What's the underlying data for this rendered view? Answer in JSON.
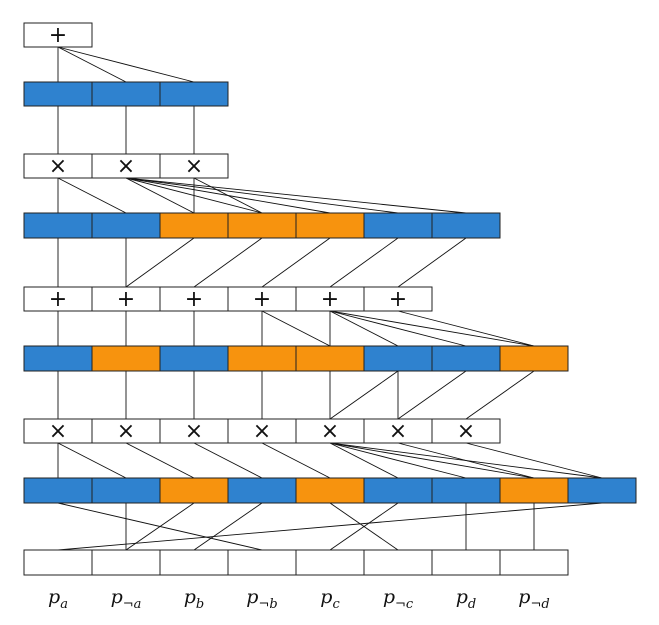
{
  "colors": {
    "blue": "#2f82cf",
    "orange": "#f7930e",
    "white": "#ffffff"
  },
  "rows": [
    {
      "kind": "op",
      "cells": [
        "+"
      ]
    },
    {
      "kind": "rep",
      "cells": [
        "blue",
        "blue",
        "blue"
      ]
    },
    {
      "kind": "op",
      "cells": [
        "×",
        "×",
        "×"
      ]
    },
    {
      "kind": "rep",
      "cells": [
        "blue",
        "blue",
        "orange",
        "orange",
        "orange",
        "blue",
        "blue"
      ]
    },
    {
      "kind": "op",
      "cells": [
        "+",
        "+",
        "+",
        "+",
        "+",
        "+"
      ]
    },
    {
      "kind": "rep",
      "cells": [
        "blue",
        "orange",
        "blue",
        "orange",
        "orange",
        "blue",
        "blue",
        "orange"
      ]
    },
    {
      "kind": "op",
      "cells": [
        "×",
        "×",
        "×",
        "×",
        "×",
        "×",
        "×"
      ]
    },
    {
      "kind": "rep",
      "cells": [
        "blue",
        "blue",
        "orange",
        "blue",
        "orange",
        "blue",
        "blue",
        "orange",
        "blue"
      ]
    },
    {
      "kind": "leaf",
      "cells": [
        "",
        "",
        "",
        "",
        "",
        "",
        "",
        ""
      ]
    }
  ],
  "leaf_labels": [
    {
      "base": "p",
      "sub": "a"
    },
    {
      "base": "p",
      "sub": "¬a"
    },
    {
      "base": "p",
      "sub": "b"
    },
    {
      "base": "p",
      "sub": "¬b"
    },
    {
      "base": "p",
      "sub": "c"
    },
    {
      "base": "p",
      "sub": "¬c"
    },
    {
      "base": "p",
      "sub": "d"
    },
    {
      "base": "p",
      "sub": "¬d"
    }
  ],
  "edges": [
    {
      "from": [
        0,
        0
      ],
      "to": [
        [
          1,
          0
        ],
        [
          1,
          1
        ],
        [
          1,
          2
        ]
      ]
    },
    {
      "from": [
        1,
        0
      ],
      "to": [
        [
          2,
          0
        ]
      ]
    },
    {
      "from": [
        1,
        1
      ],
      "to": [
        [
          2,
          1
        ]
      ]
    },
    {
      "from": [
        1,
        2
      ],
      "to": [
        [
          2,
          2
        ]
      ]
    },
    {
      "from": [
        2,
        0
      ],
      "to": [
        [
          3,
          0
        ],
        [
          3,
          1
        ]
      ]
    },
    {
      "from": [
        2,
        1
      ],
      "to": [
        [
          3,
          2
        ],
        [
          3,
          3
        ],
        [
          3,
          4
        ],
        [
          3,
          5
        ],
        [
          3,
          6
        ]
      ]
    },
    {
      "from": [
        2,
        2
      ],
      "to": [
        [
          3,
          2
        ],
        [
          3,
          3
        ]
      ]
    },
    {
      "from": [
        3,
        0
      ],
      "to": [
        [
          4,
          0
        ]
      ]
    },
    {
      "from": [
        3,
        1
      ],
      "to": [
        [
          4,
          1
        ]
      ]
    },
    {
      "from": [
        3,
        2
      ],
      "to": [
        [
          4,
          1
        ]
      ]
    },
    {
      "from": [
        3,
        3
      ],
      "to": [
        [
          4,
          2
        ]
      ]
    },
    {
      "from": [
        3,
        4
      ],
      "to": [
        [
          4,
          3
        ]
      ]
    },
    {
      "from": [
        3,
        5
      ],
      "to": [
        [
          4,
          4
        ]
      ]
    },
    {
      "from": [
        3,
        6
      ],
      "to": [
        [
          4,
          5
        ]
      ]
    },
    {
      "from": [
        4,
        0
      ],
      "to": [
        [
          5,
          0
        ]
      ]
    },
    {
      "from": [
        4,
        1
      ],
      "to": [
        [
          5,
          1
        ]
      ]
    },
    {
      "from": [
        4,
        2
      ],
      "to": [
        [
          5,
          2
        ]
      ]
    },
    {
      "from": [
        4,
        3
      ],
      "to": [
        [
          5,
          3
        ],
        [
          5,
          4
        ]
      ]
    },
    {
      "from": [
        4,
        4
      ],
      "to": [
        [
          5,
          4
        ],
        [
          5,
          5
        ],
        [
          5,
          6
        ],
        [
          5,
          7
        ]
      ]
    },
    {
      "from": [
        4,
        5
      ],
      "to": [
        [
          5,
          7
        ]
      ]
    },
    {
      "from": [
        5,
        0
      ],
      "to": [
        [
          6,
          0
        ]
      ]
    },
    {
      "from": [
        5,
        1
      ],
      "to": [
        [
          6,
          1
        ]
      ]
    },
    {
      "from": [
        5,
        2
      ],
      "to": [
        [
          6,
          2
        ]
      ]
    },
    {
      "from": [
        5,
        3
      ],
      "to": [
        [
          6,
          3
        ]
      ]
    },
    {
      "from": [
        5,
        4
      ],
      "to": [
        [
          6,
          4
        ]
      ]
    },
    {
      "from": [
        5,
        5
      ],
      "to": [
        [
          6,
          4
        ],
        [
          6,
          5
        ]
      ]
    },
    {
      "from": [
        5,
        6
      ],
      "to": [
        [
          6,
          5
        ]
      ]
    },
    {
      "from": [
        5,
        7
      ],
      "to": [
        [
          6,
          6
        ]
      ]
    },
    {
      "from": [
        6,
        0
      ],
      "to": [
        [
          7,
          0
        ],
        [
          7,
          1
        ]
      ]
    },
    {
      "from": [
        6,
        1
      ],
      "to": [
        [
          7,
          2
        ]
      ]
    },
    {
      "from": [
        6,
        2
      ],
      "to": [
        [
          7,
          3
        ]
      ]
    },
    {
      "from": [
        6,
        3
      ],
      "to": [
        [
          7,
          4
        ]
      ]
    },
    {
      "from": [
        6,
        4
      ],
      "to": [
        [
          7,
          5
        ],
        [
          7,
          6
        ],
        [
          7,
          7
        ],
        [
          7,
          8
        ]
      ]
    },
    {
      "from": [
        6,
        5
      ],
      "to": [
        [
          7,
          7
        ]
      ]
    },
    {
      "from": [
        6,
        6
      ],
      "to": [
        [
          7,
          8
        ]
      ]
    },
    {
      "from": [
        7,
        0
      ],
      "to": [
        [
          8,
          3
        ]
      ]
    },
    {
      "from": [
        7,
        1
      ],
      "to": [
        [
          8,
          1
        ]
      ]
    },
    {
      "from": [
        7,
        2
      ],
      "to": [
        [
          8,
          1
        ]
      ]
    },
    {
      "from": [
        7,
        3
      ],
      "to": [
        [
          8,
          2
        ]
      ]
    },
    {
      "from": [
        7,
        4
      ],
      "to": [
        [
          8,
          5
        ]
      ]
    },
    {
      "from": [
        7,
        5
      ],
      "to": [
        [
          8,
          4
        ]
      ]
    },
    {
      "from": [
        7,
        6
      ],
      "to": [
        [
          8,
          6
        ]
      ]
    },
    {
      "from": [
        7,
        7
      ],
      "to": [
        [
          8,
          7
        ]
      ]
    },
    {
      "from": [
        7,
        8
      ],
      "to": [
        [
          8,
          0
        ]
      ]
    }
  ]
}
